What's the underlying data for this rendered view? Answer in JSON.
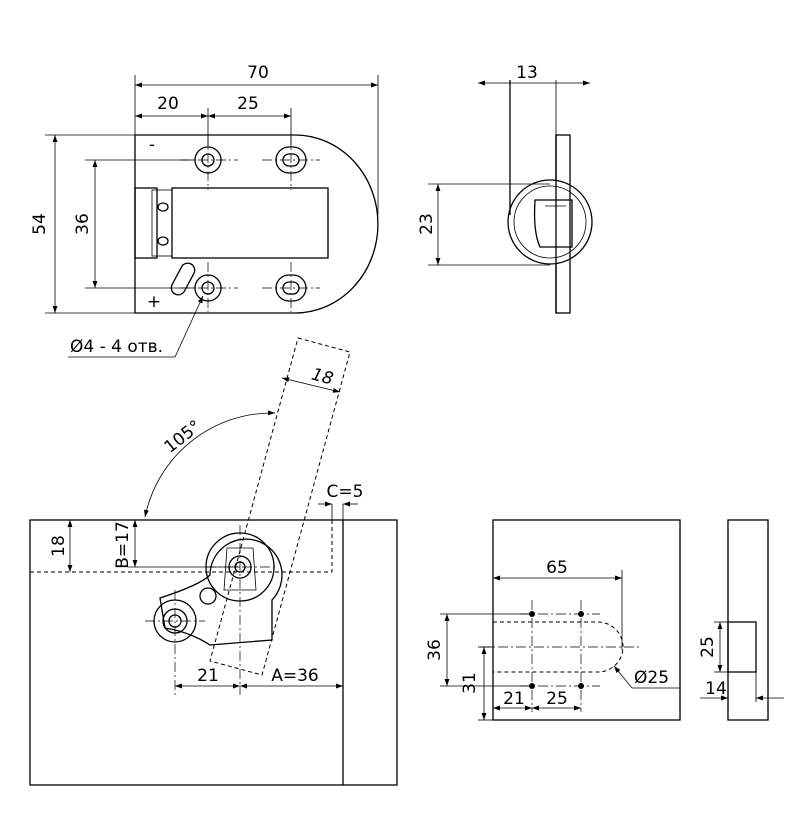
{
  "top_view": {
    "width_total": "70",
    "offset_1": "20",
    "offset_2": "25",
    "height_total": "54",
    "height_inner": "36",
    "minus_sign": "-",
    "plus_sign": "+",
    "holes_note": "Ø4 - 4 отв."
  },
  "side_view": {
    "thickness": "13",
    "height": "23"
  },
  "section_view": {
    "angle": "105°",
    "width": "18",
    "gap_c": "C=5",
    "depth": "18",
    "dim_b": "B=17",
    "dim_21": "21",
    "dim_a": "A=36"
  },
  "cutout_view": {
    "length": "65",
    "height_36": "36",
    "height_31": "31",
    "dim_21": "21",
    "dim_25": "25",
    "diameter": "Ø25"
  },
  "strike_view": {
    "height": "25",
    "width": "14"
  }
}
